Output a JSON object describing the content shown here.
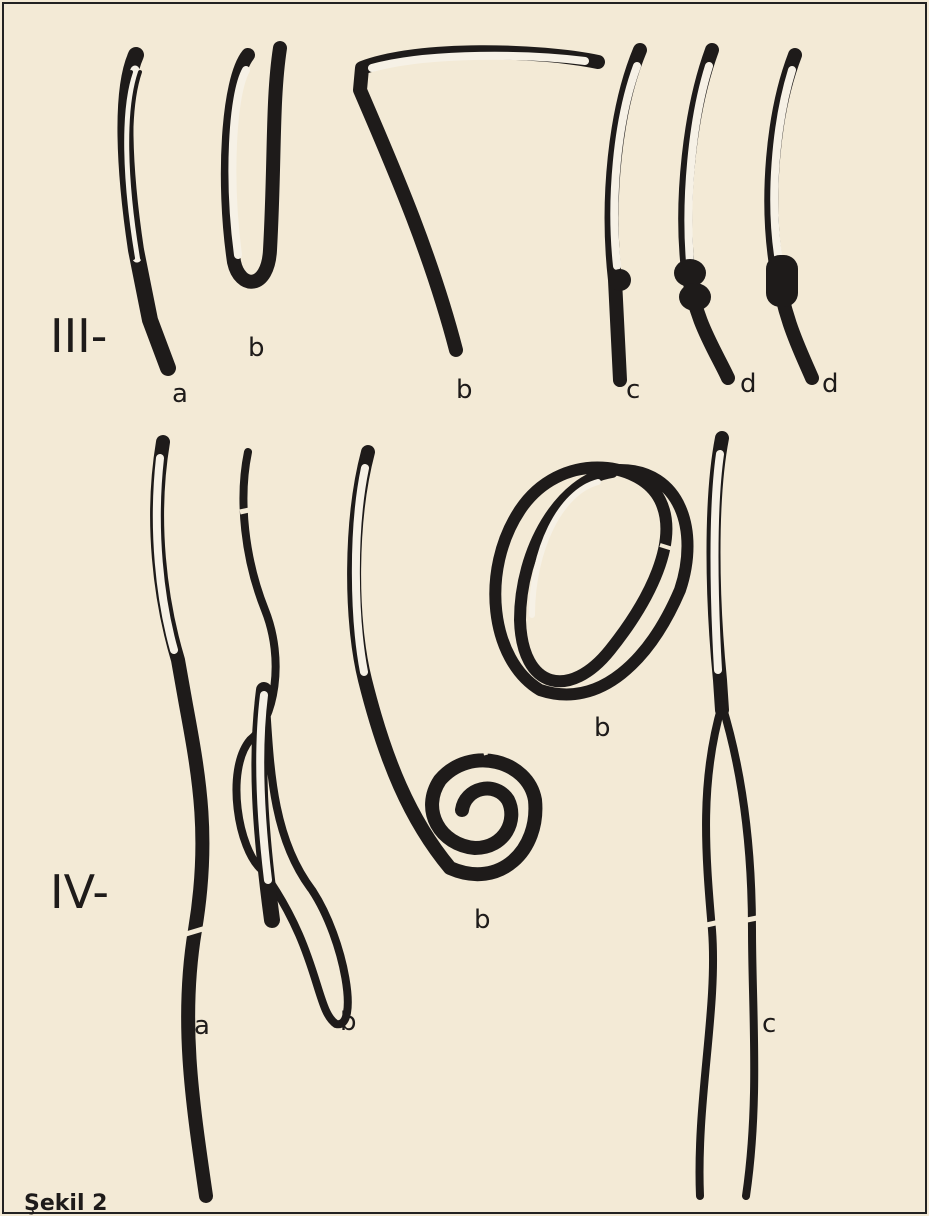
{
  "figure": {
    "row_labels": [
      "III-",
      "IV-"
    ],
    "row_iii_labels": [
      "a",
      "b",
      "b",
      "c",
      "d",
      "d"
    ],
    "row_iv_labels": [
      "a",
      "b",
      "b",
      "b",
      "c"
    ],
    "caption": "Şekil 2"
  },
  "colors": {
    "paper": "#f3ead6",
    "ink": "#1e1b1a",
    "fiber": "#f6f1e6"
  }
}
